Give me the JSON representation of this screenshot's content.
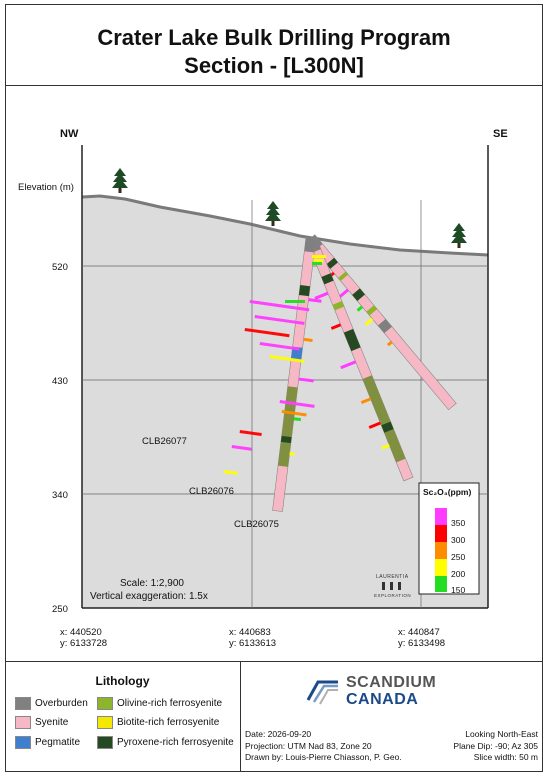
{
  "title": {
    "line1": "Crater Lake Bulk Drilling Program",
    "line2": "Section - [L300N]"
  },
  "section": {
    "orientation_left": "NW",
    "orientation_right": "SE",
    "elevation_label": "Elevation (m)",
    "elevation_ticks": [
      "520",
      "430",
      "340",
      "250"
    ],
    "scale_label": "Scale: 1:2,900",
    "vertical_exaggeration_label": "Vertical exaggeration: 1.5x",
    "holes": [
      {
        "id": "CLB26077"
      },
      {
        "id": "CLB26076"
      },
      {
        "id": "CLB26075"
      }
    ],
    "assay_legend": {
      "title": "Sc₂O₃(ppm)",
      "values": [
        "350",
        "300",
        "250",
        "200",
        "150"
      ],
      "colors": [
        "#ff3cff",
        "#ff0000",
        "#ff8c00",
        "#ffff00",
        "#22dd22"
      ]
    },
    "laurentia_logo": {
      "line1": "LAURENTIA",
      "line2": "EXPLORATION"
    }
  },
  "coordinates": [
    {
      "x": "x:  440520",
      "y": "y:  6133728"
    },
    {
      "x": "x:  440683",
      "y": "y:  6133613"
    },
    {
      "x": "x:  440847",
      "y": "y:  6133498"
    }
  ],
  "lithology": {
    "title": "Lithology",
    "items": [
      {
        "label": "Overburden",
        "color": "#808080"
      },
      {
        "label": "Syenite",
        "color": "#f7b8c6"
      },
      {
        "label": "Pegmatite",
        "color": "#3f7fd0"
      },
      {
        "label": "Olivine-rich ferrosyenite",
        "color": "#8db52c"
      },
      {
        "label": "Biotite-rich ferrosyenite",
        "color": "#f5e800"
      },
      {
        "label": "Pyroxene-rich ferrosyenite",
        "color": "#254a22"
      }
    ]
  },
  "company": {
    "line1": "SCANDIUM",
    "line2": "CANADA"
  },
  "info": {
    "date": "Date: 2026-09-20",
    "projection": "Projection: UTM Nad 83, Zone 20",
    "drawn_by": "Drawn by: Louis-Pierre Chiasson, P. Geo.",
    "looking": "Looking North-East",
    "plane_dip": "Plane Dip: -90; Az 305",
    "slice_width": "Slice width: 50 m"
  }
}
